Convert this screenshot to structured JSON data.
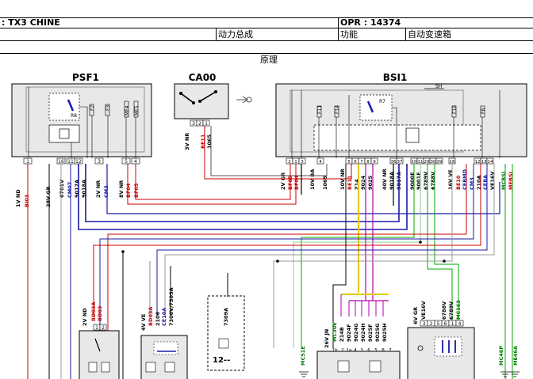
{
  "header": {
    "doc_title": ": TX3 CHINE",
    "opr": "OPR : 14374",
    "system": "动力总成",
    "function_label": "功能",
    "function_value": "自动变速箱",
    "section": "原理"
  },
  "components": {
    "psf1": {
      "name": "PSF1",
      "pins": [
        "1",
        "12",
        "11",
        "16",
        "3",
        "5",
        "4"
      ],
      "fuses": [
        "F2",
        "F3",
        "MF4",
        "MF5"
      ],
      "relay": "R8"
    },
    "ca00": {
      "name": "CA00",
      "pins": [
        "3",
        "2",
        "1"
      ]
    },
    "bsi1": {
      "name": "BSI1",
      "pins": [
        "2",
        "1",
        "3",
        "4",
        "5",
        "6",
        "7",
        "8",
        "9",
        "10",
        "11",
        "12",
        "13",
        "14",
        "36",
        "37",
        "29",
        "30",
        "39",
        "16"
      ],
      "fuses": [
        "F11",
        "F14",
        "F10",
        "F8"
      ],
      "relay": "R7",
      "top_label": "SH"
    },
    "conn_2vnd": {
      "pins": [
        "1",
        "2"
      ]
    },
    "conn_12": {
      "label": "12--"
    },
    "conn_26vjn": {
      "pins": [
        "1b",
        "2",
        "1a",
        "4",
        "3",
        "6",
        "5",
        "8",
        "7"
      ]
    },
    "conn_6vgr": {
      "pins": [
        "3",
        "2",
        "5",
        "6",
        "1",
        "4"
      ]
    }
  },
  "wire_labels": {
    "psf1": [
      {
        "id": "w1",
        "text": "1V ND",
        "color": "#000000"
      },
      {
        "id": "w2",
        "text": "BI03",
        "color": "#cc0000"
      },
      {
        "id": "w3",
        "text": "28V GR",
        "color": "#000000"
      },
      {
        "id": "w4",
        "text": "6701V",
        "color": "#000000"
      },
      {
        "id": "w5",
        "text": "CM07",
        "color": "#1a1aaa"
      },
      {
        "id": "w6",
        "text": "9017A",
        "color": "#000000"
      },
      {
        "id": "w7",
        "text": "9018A",
        "color": "#000000"
      },
      {
        "id": "w8",
        "text": "2V NR",
        "color": "#000000"
      },
      {
        "id": "w9",
        "text": "CM3",
        "color": "#1a1aaa"
      },
      {
        "id": "w10",
        "text": "8V NR",
        "color": "#000000"
      },
      {
        "id": "w11",
        "text": "BF04",
        "color": "#cc0000"
      },
      {
        "id": "w12",
        "text": "BF05",
        "color": "#cc0000"
      }
    ],
    "ca00": [
      {
        "id": "w13",
        "text": "3V NR",
        "color": "#000000"
      },
      {
        "id": "w14",
        "text": "BE11",
        "color": "#cc0000"
      },
      {
        "id": "w15",
        "text": "1065",
        "color": "#000000"
      }
    ],
    "bsi1": [
      {
        "id": "w16",
        "text": "2V GR",
        "color": "#000000"
      },
      {
        "id": "w17",
        "text": "BF05",
        "color": "#cc0000"
      },
      {
        "id": "w18",
        "text": "BF04",
        "color": "#cc0000"
      },
      {
        "id": "w19",
        "text": "10V BA",
        "color": "#000000"
      },
      {
        "id": "w20",
        "text": "1065",
        "color": "#000000"
      },
      {
        "id": "w21",
        "text": "10V NR",
        "color": "#000000"
      },
      {
        "id": "w22",
        "text": "BE11",
        "color": "#cc0000"
      },
      {
        "id": "w23",
        "text": "Z14",
        "color": "#000000"
      },
      {
        "id": "w24",
        "text": "9024",
        "color": "#000000"
      },
      {
        "id": "w25",
        "text": "9025",
        "color": "#000000"
      },
      {
        "id": "w26",
        "text": "40V NR",
        "color": "#000000"
      },
      {
        "id": "w27",
        "text": "9018A",
        "color": "#000000"
      },
      {
        "id": "w28",
        "text": "9017A",
        "color": "#000000"
      },
      {
        "id": "w29",
        "text": "9000E",
        "color": "#000000"
      },
      {
        "id": "w30",
        "text": "9001E",
        "color": "#000000"
      },
      {
        "id": "w31",
        "text": "6789V",
        "color": "#000000"
      },
      {
        "id": "w32",
        "text": "6788V",
        "color": "#000000"
      },
      {
        "id": "w33",
        "text": "16V VE",
        "color": "#000000"
      },
      {
        "id": "w34",
        "text": "BE10",
        "color": "#cc0000"
      },
      {
        "id": "w35",
        "text": "CEBMD",
        "color": "#1a1aaa"
      },
      {
        "id": "w36",
        "text": "CM3",
        "color": "#1a1aaa"
      },
      {
        "id": "w37",
        "text": "210A",
        "color": "#000000"
      },
      {
        "id": "w38",
        "text": "CEBA",
        "color": "#1a1aaa"
      },
      {
        "id": "w39",
        "text": "VE16V",
        "color": "#000000"
      },
      {
        "id": "w40",
        "text": "MCBSI",
        "color": "#007700"
      },
      {
        "id": "w41",
        "text": "MEBSI",
        "color": "#cc0000"
      }
    ],
    "lower_left": [
      {
        "id": "w42",
        "text": "2V ND",
        "color": "#000000"
      },
      {
        "id": "w43",
        "text": "BD03A",
        "color": "#cc0000"
      },
      {
        "id": "w44",
        "text": "BD03",
        "color": "#cc0000"
      },
      {
        "id": "w45",
        "text": "4V VE",
        "color": "#000000"
      },
      {
        "id": "w46",
        "text": "BD03A",
        "color": "#cc0000"
      },
      {
        "id": "w47",
        "text": "2106",
        "color": "#000000"
      },
      {
        "id": "w48",
        "text": "CE10A",
        "color": "#1a1aaa"
      },
      {
        "id": "w49",
        "text": "7300V/7309A",
        "color": "#000000"
      },
      {
        "id": "w50",
        "text": "7309A",
        "color": "#000000"
      }
    ],
    "lower_mid": [
      {
        "id": "w51",
        "text": "MC51E",
        "color": "#007700"
      },
      {
        "id": "w52",
        "text": "26V JN",
        "color": "#000000"
      },
      {
        "id": "w53",
        "text": "MC30E",
        "color": "#007700"
      },
      {
        "id": "w54",
        "text": "Z14B",
        "color": "#000000"
      },
      {
        "id": "w55",
        "text": "9024F",
        "color": "#000000"
      },
      {
        "id": "w56",
        "text": "9024G",
        "color": "#000000"
      },
      {
        "id": "w57",
        "text": "9024H",
        "color": "#000000"
      },
      {
        "id": "w58",
        "text": "9025F",
        "color": "#000000"
      },
      {
        "id": "w59",
        "text": "9025G",
        "color": "#000000"
      },
      {
        "id": "w60",
        "text": "9025H",
        "color": "#000000"
      }
    ],
    "lower_right": [
      {
        "id": "w61",
        "text": "6V GR",
        "color": "#000000"
      },
      {
        "id": "w62",
        "text": "VE16V",
        "color": "#000000"
      },
      {
        "id": "w63",
        "text": "6788V",
        "color": "#000000"
      },
      {
        "id": "w64",
        "text": "6789V",
        "color": "#000000"
      },
      {
        "id": "w65",
        "text": "MC163",
        "color": "#007700"
      },
      {
        "id": "w66",
        "text": "MC46P",
        "color": "#007700"
      },
      {
        "id": "w67",
        "text": "ME46A",
        "color": "#007700"
      }
    ]
  }
}
